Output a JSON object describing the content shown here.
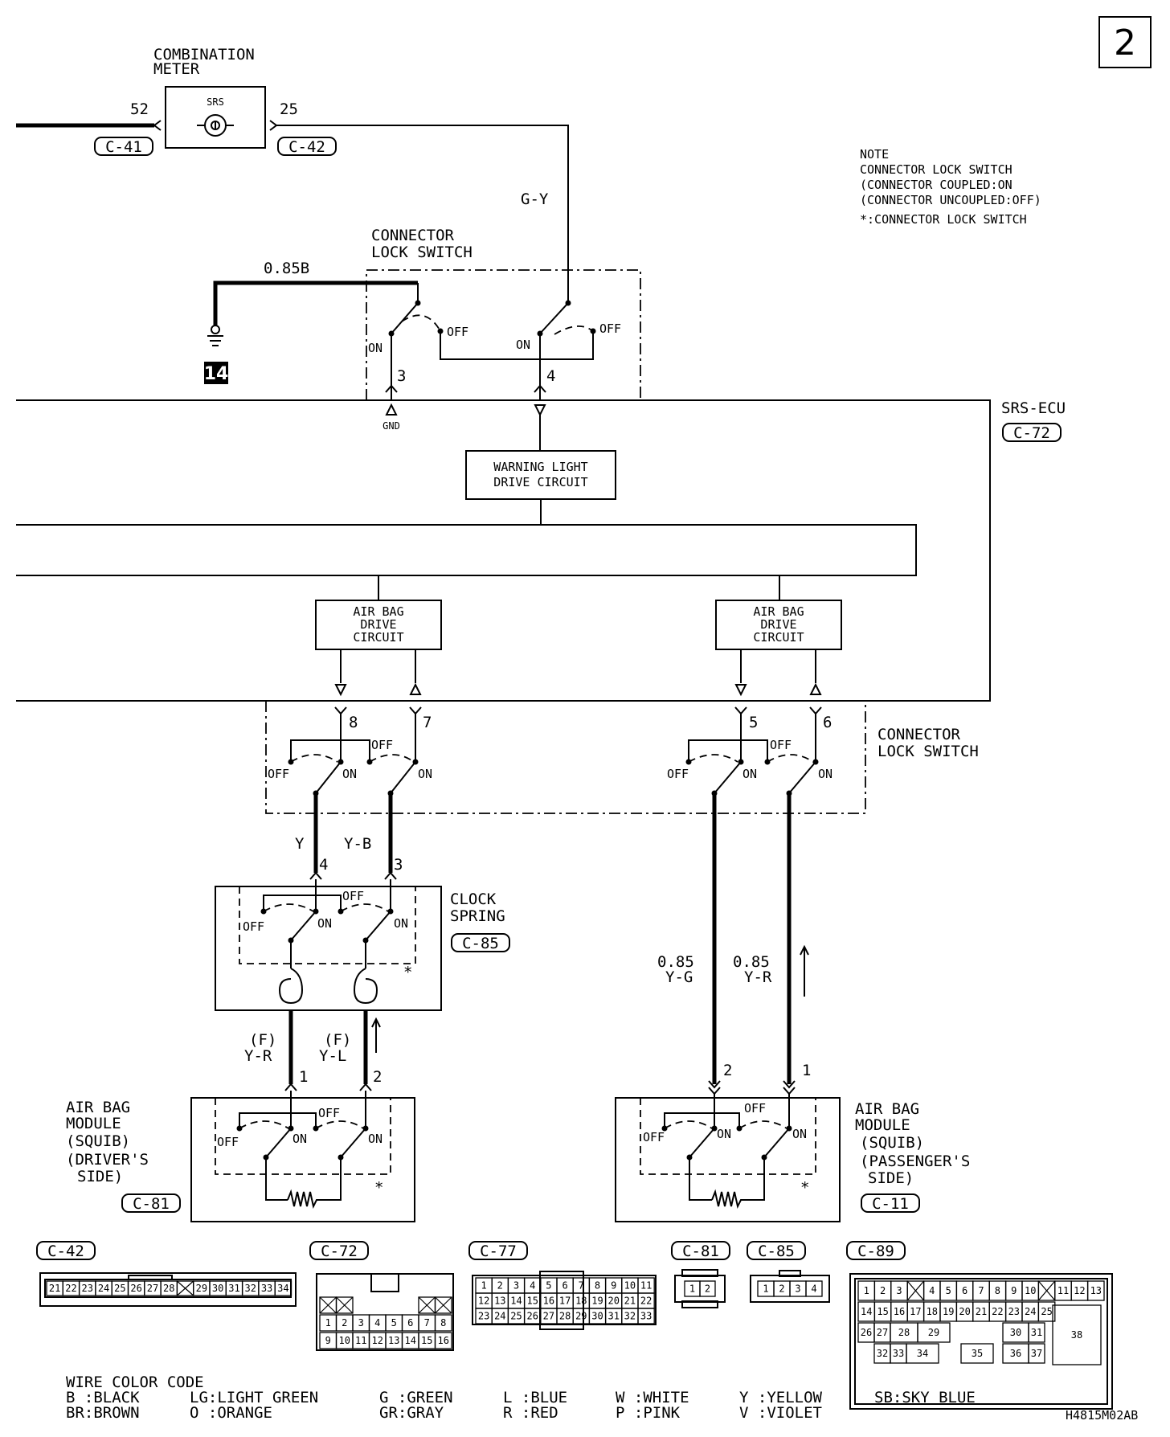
{
  "page_number": "2",
  "combination_meter": {
    "title_1": "COMBINATION",
    "title_2": "METER",
    "lamp": "SRS",
    "pin_left": "52",
    "pin_right": "25",
    "conn_left": "C-41",
    "conn_right": "C-42"
  },
  "note": {
    "title": "NOTE",
    "line_1": "CONNECTOR LOCK SWITCH",
    "line_2": "(CONNECTOR COUPLED:ON",
    "line_3": "(CONNECTOR UNCOUPLED:OFF)",
    "line_4": "*:CONNECTOR LOCK SWITCH"
  },
  "wires": {
    "gy": "G-Y",
    "gnd_wire": "0.85B",
    "y": "Y",
    "yb": "Y-B",
    "yg_size": "0.85",
    "yg": "Y-G",
    "yr_size": "0.85",
    "yr": "Y-R",
    "f1": "(F)",
    "f1_color": "Y-R",
    "f2": "(F)",
    "f2_color": "Y-L"
  },
  "ground": {
    "number": "14"
  },
  "top_switch": {
    "title_1": "CONNECTOR",
    "title_2": "LOCK SWITCH",
    "on": "ON",
    "off": "OFF",
    "pin_3": "3",
    "pin_4": "4",
    "gnd": "GND"
  },
  "ecu": {
    "title": "SRS-ECU",
    "conn": "C-72",
    "warning_1": "WARNING LIGHT",
    "warning_2": "DRIVE CIRCUIT",
    "airbag_1": "AIR BAG",
    "airbag_2": "DRIVE",
    "airbag_3": "CIRCUIT"
  },
  "lower_switch": {
    "title_1": "CONNECTOR",
    "title_2": "LOCK SWITCH",
    "pin_8": "8",
    "pin_7": "7",
    "pin_5": "5",
    "pin_6": "6",
    "on": "ON",
    "off": "OFF"
  },
  "clock_spring": {
    "title_1": "CLOCK",
    "title_2": "SPRING",
    "conn": "C-85",
    "pin_4": "4",
    "pin_3": "3",
    "star": "*"
  },
  "driver_module": {
    "line_1": "AIR BAG",
    "line_2": "MODULE",
    "line_3": "(SQUIB)",
    "line_4": "(DRIVER'S",
    "line_5": "SIDE)",
    "conn": "C-81",
    "pin_1": "1",
    "pin_2": "2",
    "star": "*"
  },
  "passenger_module": {
    "line_1": "AIR BAG",
    "line_2": "MODULE",
    "line_3": "(SQUIB)",
    "line_4": "(PASSENGER'S",
    "line_5": "SIDE)",
    "conn": "C-11",
    "pin_2": "2",
    "pin_1": "1",
    "star": "*"
  },
  "connectors": {
    "c42": {
      "label": "C-42",
      "pins": [
        "21",
        "22",
        "23",
        "24",
        "25",
        "26",
        "27",
        "28",
        "",
        "29",
        "30",
        "31",
        "32",
        "33",
        "34"
      ]
    },
    "c72": {
      "label": "C-72",
      "row1": [
        "",
        "",
        "",
        "",
        "",
        "",
        "",
        ""
      ],
      "row2": [
        "1",
        "2",
        "3",
        "4",
        "5",
        "6",
        "7",
        "8"
      ],
      "row3": [
        "9",
        "10",
        "11",
        "12",
        "13",
        "14",
        "15",
        "16"
      ]
    },
    "c77": {
      "label": "C-77",
      "row1": [
        "1",
        "2",
        "3",
        "4",
        "5",
        "6",
        "7",
        "8",
        "9",
        "10",
        "11"
      ],
      "row2": [
        "12",
        "13",
        "14",
        "15",
        "16",
        "17",
        "18",
        "19",
        "20",
        "21",
        "22"
      ],
      "row3": [
        "23",
        "24",
        "25",
        "26",
        "27",
        "28",
        "29",
        "30",
        "31",
        "32",
        "33"
      ]
    },
    "c81": {
      "label": "C-81",
      "pins": [
        "1",
        "2"
      ]
    },
    "c85": {
      "label": "C-85",
      "pins": [
        "1",
        "2",
        "3",
        "4"
      ]
    },
    "c89": {
      "label": "C-89",
      "row1": [
        "1",
        "2",
        "3",
        "",
        "4",
        "5",
        "6",
        "7",
        "8",
        "9",
        "10",
        "",
        "11",
        "12",
        "13"
      ],
      "row2": [
        "14",
        "15",
        "16",
        "17",
        "18",
        "19",
        "20",
        "21",
        "22",
        "23",
        "24",
        "25"
      ],
      "row3": [
        "26",
        "27",
        "28",
        "29",
        "30",
        "31"
      ],
      "row4": [
        "32",
        "33",
        "34",
        "35",
        "36",
        "37"
      ],
      "big": "38"
    }
  },
  "color_code": {
    "title": "WIRE COLOR CODE",
    "col1a": "B :BLACK",
    "col1b": "BR:BROWN",
    "col2a": "LG:LIGHT GREEN",
    "col2b": "O :ORANGE",
    "col3a": "G :GREEN",
    "col3b": "GR:GRAY",
    "col4a": "L :BLUE",
    "col4b": "R :RED",
    "col5a": "W :WHITE",
    "col5b": "P :PINK",
    "col6a": "Y :YELLOW",
    "col6b": "V :VIOLET",
    "col7a": "SB:SKY BLUE"
  },
  "doc_code": "H4815M02AB"
}
